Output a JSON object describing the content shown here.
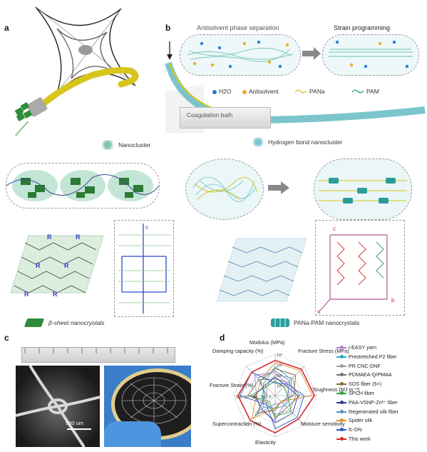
{
  "panels": {
    "a": "a",
    "b": "b",
    "c": "c",
    "d": "d"
  },
  "panel_a": {
    "nanocluster_label": "Nanocluster",
    "beta_sheet_label": "β-sheet nanocrystals",
    "r_label": "R",
    "axis_c": "c"
  },
  "panel_b": {
    "antisolvent_title": "Antisolvent phase separation",
    "strain_title": "Strain programming",
    "legend_h2o": "H2O",
    "legend_antisolvent": "Antisolvent",
    "legend_pana": "PANa",
    "legend_pam": "PAM",
    "coag_bath": "Coagulation bath",
    "hbond_label": "Hydrogen bond nanocluster",
    "pana_pam_label": "PANa-PAM nanocrystals",
    "axis_a": "a",
    "axis_b": "b",
    "axis_c": "c"
  },
  "panel_c": {
    "scale_bar": "500 um"
  },
  "panel_d": {
    "axes": [
      {
        "name": "Modulus (MPa)"
      },
      {
        "name": "Fracture Stress (MPa)"
      },
      {
        "name": "Toughness (MJ m⁻³)"
      },
      {
        "name": "Moisture sensitivity"
      },
      {
        "name": "Elasticity"
      },
      {
        "name": "Supercontraction (%)"
      },
      {
        "name": "Fracture Strain (%)"
      },
      {
        "name": "Damping capacity (%)"
      }
    ],
    "tick_labels": [
      "10⁰",
      "10¹",
      "10²",
      "10³",
      "100",
      "50",
      "80",
      "20",
      "0"
    ],
    "legend": [
      {
        "name": "i-EASY yarn",
        "color": "#b47cc7"
      },
      {
        "name": "Prestretched P2 fiber",
        "color": "#28a7c4"
      },
      {
        "name": "PR CNC-DNF",
        "color": "#9a9a9a"
      },
      {
        "name": "PDMAEA-Q/PMAA",
        "color": "#6f6f6f"
      },
      {
        "name": "SOS fiber (5×)",
        "color": "#8c6b2e"
      },
      {
        "name": "SPCH fiber",
        "color": "#2f9e44"
      },
      {
        "name": "PAA-VSNP-Zn²⁺ fiber",
        "color": "#2b3d8f"
      },
      {
        "name": "Regenerated silk fiber",
        "color": "#5b8fc7"
      },
      {
        "name": "Spider silk",
        "color": "#e38b2c"
      },
      {
        "name": "fc-DN",
        "color": "#2a55c4"
      },
      {
        "name": "This work",
        "color": "#d8282a"
      }
    ],
    "this_work_values": [
      0.85,
      0.9,
      0.95,
      0.8,
      0.9,
      0.85,
      0.9,
      0.8
    ]
  }
}
